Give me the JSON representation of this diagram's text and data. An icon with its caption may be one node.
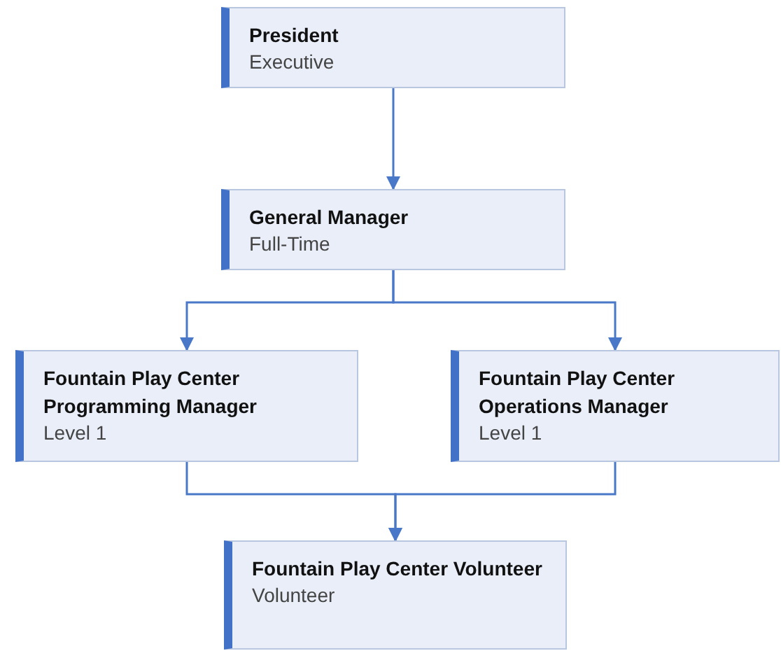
{
  "diagram": {
    "nodes": [
      {
        "text": [
          "President",
          "Executive"
        ]
      },
      {
        "text": [
          "General Manager",
          "Full-Time"
        ]
      },
      {
        "text": [
          "Fountain Play Center Programming Manager",
          "Level 1"
        ]
      },
      {
        "text": [
          "Fountain Play Center Operations Manager",
          "Level 1"
        ]
      },
      {
        "text": [
          "Fountain Play Center Volunteer",
          "Volunteer"
        ]
      }
    ],
    "edges": [
      {
        "from": 0,
        "to": 1,
        "arrow": "to"
      },
      {
        "from": 1,
        "to": 2,
        "arrow": "to"
      },
      {
        "from": 1,
        "to": 3,
        "arrow": "to"
      },
      {
        "from": 2,
        "to": 4,
        "arrow": "to"
      },
      {
        "from": 3,
        "to": 4,
        "arrow": "to"
      }
    ]
  }
}
